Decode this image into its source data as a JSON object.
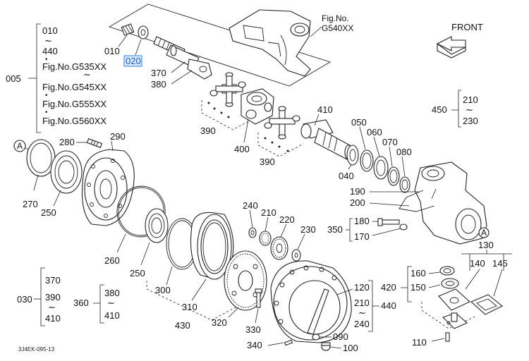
{
  "figure_refs": {
    "top_ref_line1": "Fig.No.",
    "top_ref_line2": "G540XX"
  },
  "front_label": "FRONT",
  "group_005": {
    "number": "005",
    "range_start": "010",
    "tilde": "~",
    "range_end": "440",
    "dot": "•",
    "refs": [
      "Fig.No.G535XX",
      "~",
      "Fig.No.G545XX",
      "Fig.No.G555XX",
      "Fig.No.G560XX"
    ]
  },
  "group_030": {
    "number": "030",
    "items": [
      "370",
      "390",
      "~",
      "410"
    ]
  },
  "group_360": {
    "number": "360",
    "items": [
      "380",
      "~",
      "410"
    ]
  },
  "group_450": {
    "number": "450",
    "items": [
      "210",
      "~",
      "230"
    ]
  },
  "group_440": {
    "number": "440",
    "items": [
      "120",
      "210",
      "~",
      "240"
    ]
  },
  "group_420": {
    "number": "420",
    "items": [
      "160",
      "150"
    ]
  },
  "group_130": {
    "number": "130",
    "items": [
      "140",
      "145"
    ]
  },
  "group_350": {
    "number": "350",
    "items": [
      "180",
      "170"
    ]
  },
  "group_190": {
    "items": [
      "190",
      "200"
    ]
  },
  "circle_marker": "A",
  "selected_part": "020",
  "part_labels": {
    "p010": "010",
    "p370": "370",
    "p380": "380",
    "p390a": "390",
    "p390b": "390",
    "p400": "400",
    "p410": "410",
    "p050": "050",
    "p060": "060",
    "p070": "070",
    "p080": "080",
    "p040": "040",
    "p280": "280",
    "p290": "290",
    "p270": "270",
    "p250a": "250",
    "p250b": "250",
    "p260": "260",
    "p240": "240",
    "p210": "210",
    "p220": "220",
    "p230": "230",
    "p300": "300",
    "p310": "310",
    "p430": "430",
    "p320": "320",
    "p330": "330",
    "p340": "340",
    "p090": "090",
    "p100": "100",
    "p110": "110"
  },
  "diagram_code": "3J4EK-095-13"
}
